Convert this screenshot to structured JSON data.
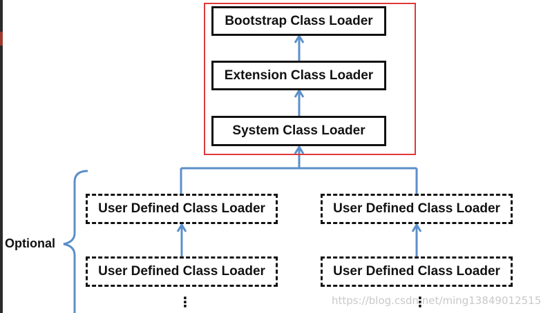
{
  "core_loaders": [
    {
      "label": "Bootstrap Class Loader"
    },
    {
      "label": "Extension Class Loader"
    },
    {
      "label": "System Class Loader"
    }
  ],
  "user_loaders": {
    "left_upper": "User Defined Class Loader",
    "left_lower": "User Defined Class Loader",
    "right_upper": "User Defined Class Loader",
    "right_lower": "User Defined Class Loader"
  },
  "optional_label": "Optional",
  "ellipsis": "⋮",
  "watermark": "https://blog.csdn.net/ming13849012515",
  "colors": {
    "box_border": "#111111",
    "arrow": "#5b8fc9",
    "highlight": "#e0373a",
    "brace": "#5b8fc9",
    "watermark": "#c9c9c9"
  }
}
